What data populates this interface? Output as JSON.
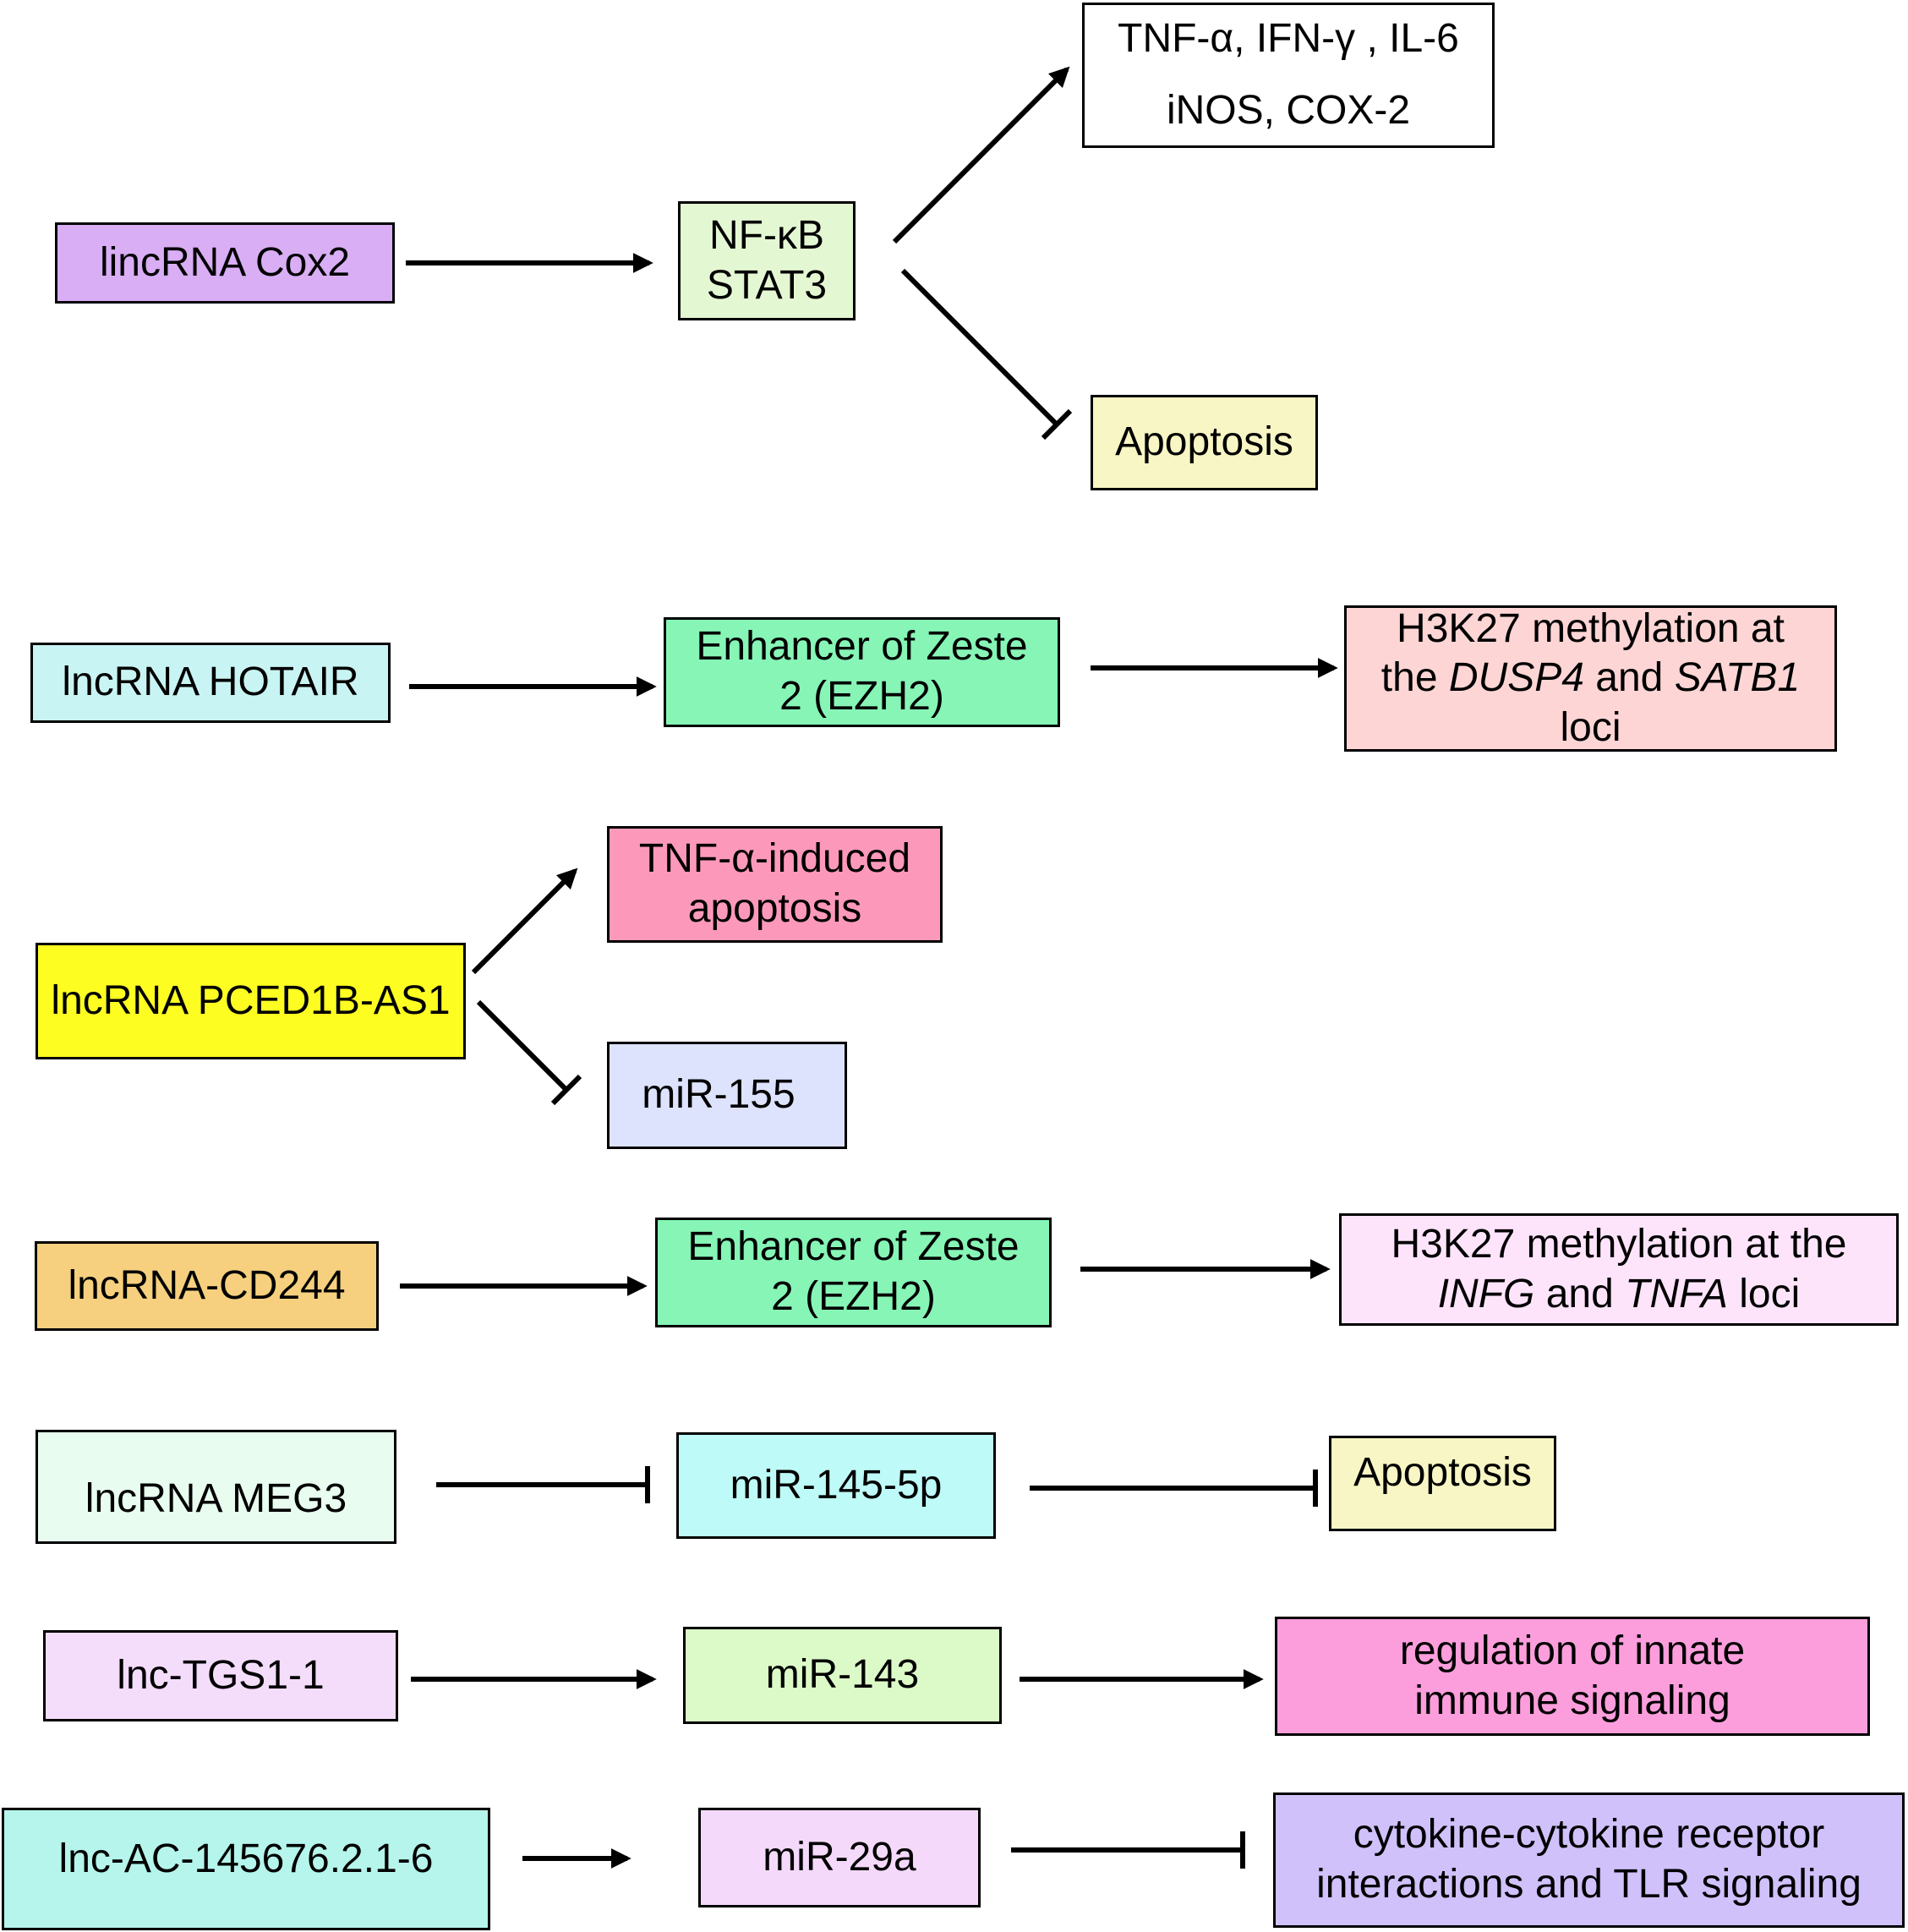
{
  "rows": {
    "cox2": {
      "source": "lincRNA Cox2",
      "mediator": [
        "NF-κB",
        "STAT3"
      ],
      "induced": [
        "TNF-α, IFN-γ , IL-6",
        "iNOS, COX-2"
      ],
      "inhibited": "Apoptosis"
    },
    "hotair": {
      "source": "lncRNA HOTAIR",
      "mediator": [
        "Enhancer of Zeste",
        "2 (EZH2)"
      ],
      "effect": [
        "H3K27 methylation at",
        "the |DUSP4| and |SATB1|",
        "loci"
      ]
    },
    "pced1b": {
      "source": "lncRNA PCED1B-AS1",
      "induced": [
        "TNF-α-induced",
        "apoptosis"
      ],
      "inhibited": "miR-155"
    },
    "cd244": {
      "source": "lncRNA-CD244",
      "mediator": [
        "Enhancer of Zeste",
        "2 (EZH2)"
      ],
      "effect": [
        "H3K27 methylation at the",
        "|INFG| and |TNFA| loci"
      ]
    },
    "meg3": {
      "source": "lncRNA MEG3",
      "mediator": "miR-145-5p",
      "effect": "Apoptosis"
    },
    "tgs1": {
      "source": "lnc-TGS1-1",
      "mediator": "miR-143",
      "effect": [
        "regulation of innate",
        "immune signaling"
      ]
    },
    "ac145676": {
      "source": "lnc-AC-145676.2.1-6",
      "mediator": "miR-29a",
      "effect": [
        "cytokine-cytokine receptor",
        "interactions and TLR signaling"
      ]
    }
  },
  "colors": {
    "cox2_source": "#d9aef5",
    "nfkb": "#e4f7d3",
    "cytokines": "#ffffff",
    "apoptosis": "#f8f6c4",
    "hotair_source": "#c9f4f4",
    "ezh2": "#86f5b6",
    "hotair_effect": "#fdd5d5",
    "pced1b_source": "#fefd22",
    "tnf_apoptosis": "#fc99bb",
    "mir155": "#dde2fd",
    "cd244_source": "#f6d07e",
    "cd244_effect": "#fde4fb",
    "meg3_source": "#e8fdf0",
    "mir145": "#befaf7",
    "tgs1_source": "#f4dcfb",
    "mir143": "#dcfac8",
    "innate": "#fc9edc",
    "ac_source": "#b5f5eb",
    "mir29a": "#f4d9fb",
    "cytokine_receptor": "#d0c1fb"
  }
}
